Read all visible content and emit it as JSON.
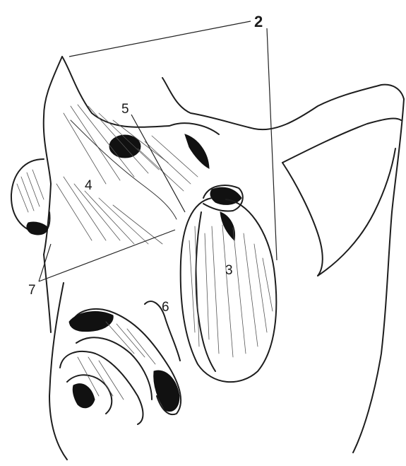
{
  "labels": {
    "l2": "2",
    "l3": "3",
    "l4": "4",
    "l5": "5",
    "l6": "6",
    "l7": "7"
  }
}
